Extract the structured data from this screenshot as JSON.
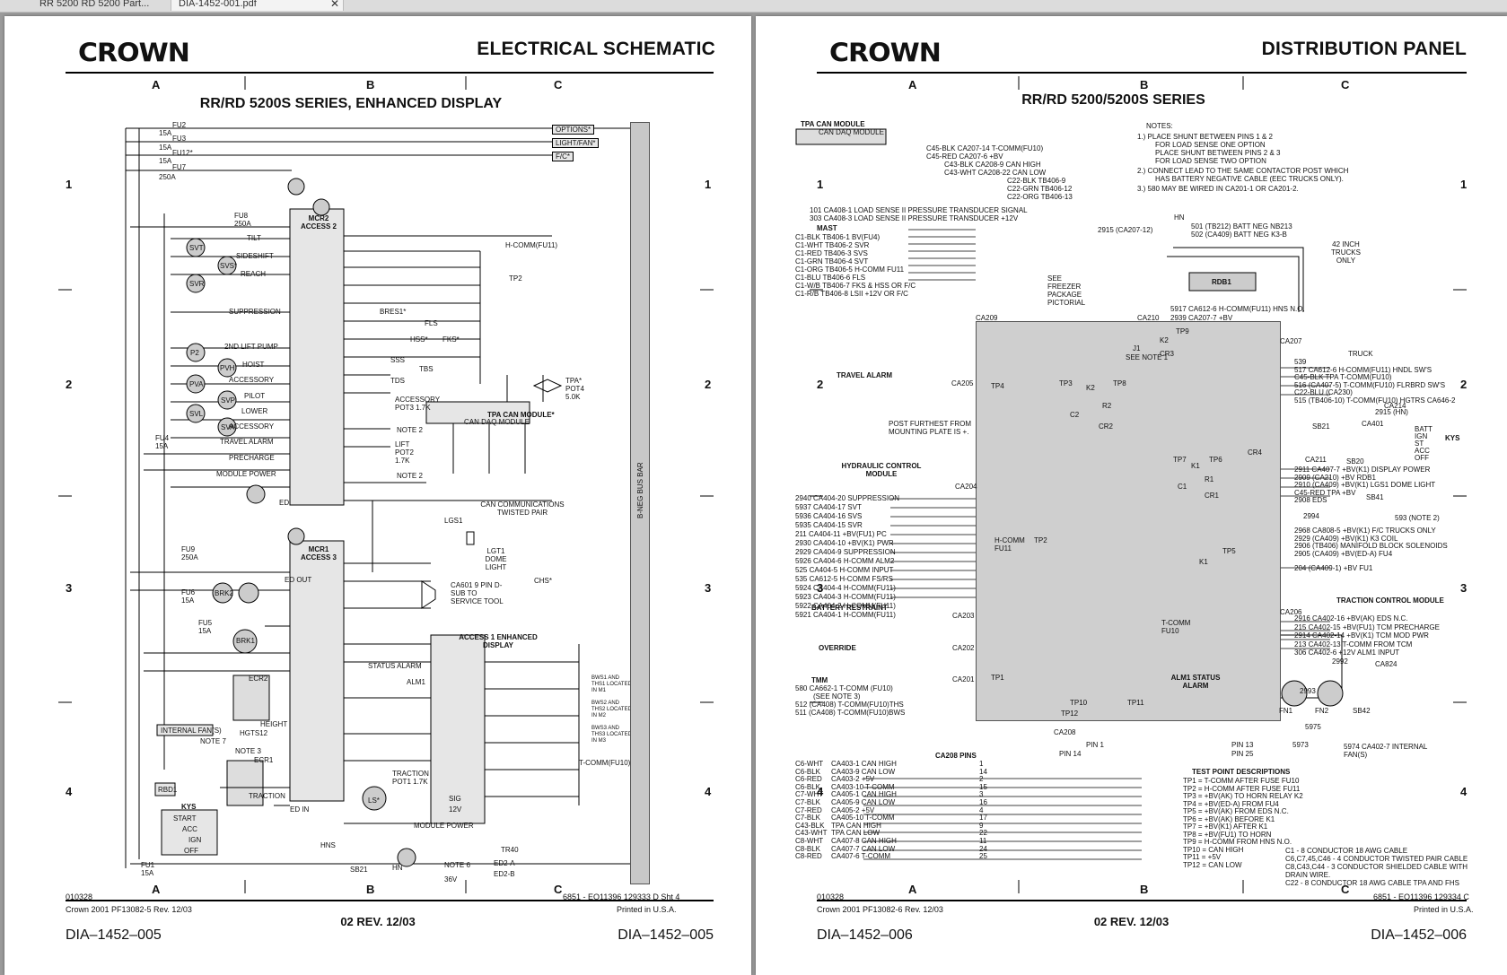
{
  "tabs": [
    {
      "label": "RR 5200 RD 5200 Part..."
    },
    {
      "label": "DIA-1452-001.pdf"
    }
  ],
  "page1": {
    "logo": "CROWN",
    "title": "ELECTRICAL SCHEMATIC",
    "subtitle": "RR/RD 5200S SERIES, ENHANCED DISPLAY",
    "cols": [
      "A",
      "B",
      "C"
    ],
    "rows": [
      "1",
      "2",
      "3",
      "4"
    ],
    "fuses": [
      "FU2",
      "FU3",
      "FU12*",
      "FU7",
      "FU8",
      "FU4",
      "FU9",
      "FU6",
      "FU5",
      "FU1"
    ],
    "fuse_ratings": [
      "15A",
      "15A",
      "15A",
      "250A",
      "250A",
      "15A",
      "250A",
      "15A",
      "15A",
      "15A"
    ],
    "top_boxes": [
      "OPTIONS*",
      "LIGHT/FAN*",
      "F/C*"
    ],
    "mcr2": "MCR2 ACCESS 2",
    "mcr1": "MCR1 ACCESS 3",
    "left_labels": [
      "TILT",
      "SIDESHIFT",
      "REACH",
      "SUPPRESSION",
      "2ND LIFT PUMP",
      "HOIST",
      "ACCESSORY",
      "PILOT",
      "LOWER",
      "ACCESSORY",
      "TRAVEL ALARM",
      "PRECHARGE",
      "MODULE POWER",
      "ED"
    ],
    "valves": [
      "SVT",
      "SVS*",
      "SVR",
      "P2",
      "PVH",
      "PVA",
      "SVP",
      "SVL",
      "SVA"
    ],
    "right_labels": [
      "H-COMM(FU11)",
      "TP2",
      "BRES1*",
      "FLS",
      "HSS*",
      "FKS*",
      "SSS",
      "TBS",
      "TDS",
      "ACCESSORY POT3 1.7K",
      "NOTE 2",
      "LIFT POT2 1.7K",
      "NOTE 2",
      "TPA* POT4 5.0K",
      "TPA CAN MODULE*",
      "CAN DAQ MODULE",
      "CAN COMMUNICATIONS TWISTED PAIR",
      "LGS1",
      "LGT1 DOME LIGHT",
      "CA601 9 PIN D-SUB TO SERVICE TOOL",
      "CHS*",
      "ACCESS 1 ENHANCED DISPLAY",
      "BWS1 AND THS1 LOCATED IN M1",
      "BWS2 AND THS2 LOCATED IN M2",
      "BWS3 AND THS3 LOCATED IN M3",
      "T-COMM(FU10)",
      "STATUS ALARM",
      "ALM1",
      "TRACTION POT1 1.7K",
      "LS*",
      "SIG",
      "12V",
      "MODULE POWER",
      "NOTE 6",
      "TR40",
      "ED2-A",
      "ED2-B",
      "36V"
    ],
    "lower_labels": [
      "ED OUT",
      "INTERNAL FAN(S)",
      "NOTE 7",
      "HEIGHT",
      "HGTS12",
      "NOTE 3",
      "ECR1",
      "TRACTION",
      "RBD1",
      "KYS",
      "START",
      "ACC",
      "IGN",
      "OFF",
      "ED IN",
      "HNS",
      "SB21",
      "HN",
      "ECR2",
      "BRK1",
      "BRK2"
    ],
    "busbar": "B-NEG BUS BAR",
    "footer_left_code": "010328",
    "footer_left": "Crown 2001 PF13082-5 Rev. 12/03",
    "footer_right_code": "6851 - EO11396   129333 D Sht 4",
    "footer_right": "Printed in U.S.A.",
    "rev": "02 REV. 12/03",
    "dia": "DIA–1452–005"
  },
  "page2": {
    "logo": "CROWN",
    "title": "DISTRIBUTION PANEL",
    "subtitle": "RR/RD 5200/5200S SERIES",
    "cols": [
      "A",
      "B",
      "C"
    ],
    "rows": [
      "1",
      "2",
      "3",
      "4"
    ],
    "tpa_module": "TPA CAN MODULE",
    "can_daq": "CAN DAQ MODULE",
    "notes_title": "NOTES:",
    "notes": [
      "1.) PLACE SHUNT BETWEEN PINS 1 & 2",
      "FOR LOAD SENSE ONE OPTION",
      "PLACE SHUNT BETWEEN PINS 2 & 3",
      "FOR LOAD SENSE TWO OPTION",
      "2.) CONNECT LEAD TO THE SAME CONTACTOR POST WHICH",
      "HAS BATTERY NEGATIVE CABLE (EEC TRUCKS ONLY).",
      "3.) 580 MAY BE WIRED IN CA201-1 OR CA201-2."
    ],
    "mast_title": "MAST",
    "mast": [
      "C1-BLK  TB406-1 BV(FU4)",
      "C1-WHT  TB406-2 SVR",
      "C1-RED  TB406-3 SVS",
      "C1-GRN  TB406-4 SVT",
      "C1-ORG  TB406-5 H-COMM FU11",
      "C1-BLU  TB406-6 FLS",
      "C1-W/B  TB406-7 FKS & HSS OR F/C",
      "C1-R/B  TB406-8 LSII +12V OR F/C"
    ],
    "load_sense": [
      "101   CA408-1 LOAD SENSE II PRESSURE TRANSDUCER SIGNAL",
      "303   CA408-3 LOAD SENSE II PRESSURE TRANSDUCER +12V"
    ],
    "tpa_wires": [
      "C45-BLK CA207-14 T-COMM(FU10)",
      "C45-RED CA207-6 +BV",
      "C43-BLK CA208-9 CAN HIGH",
      "C43-WHT CA208-22 CAN LOW",
      "C22-BLK TB406-9",
      "C22-GRN TB406-12",
      "C22-ORG TB406-13"
    ],
    "freezer": "SEE FREEZER PACKAGE PICTORIAL",
    "hn": [
      "HN",
      "501 (TB212) BATT NEG NB213",
      "502 (CA409) BATT NEG K3-B",
      "42 INCH TRUCKS ONLY",
      "2915 (CA207-12)"
    ],
    "rdb": "RDB1",
    "ca215": [
      "5917 CA612-6 H-COMM(FU11) HNS N.O.",
      "2939 CA207-7 +BV"
    ],
    "travel_alarm": "TRAVEL ALARM",
    "post_note": "POST FURTHEST FROM MOUNTING PLATE IS +.",
    "hyd_title": "HYDRAULIC CONTROL MODULE",
    "hyd": [
      "2940  CA404-20 SUPPRESSION",
      "5937  CA404-17 SVT",
      "5936  CA404-16 SVS",
      "5935  CA404-15 SVR",
      "211   CA404-11 +BV(FU1) PC",
      "2930  CA404-10 +BV(K1) PWR",
      "2929  CA404-9 SUPPRESSION",
      "5926  CA404-6 H-COMM ALM2",
      "525   CA404-5 H-COMM INPUT",
      "535   CA612-5 H-COMM FS/RS",
      "5924  CA404-4 H-COMM(FU11)",
      "5923  CA404-3 H-COMM(FU11)",
      "5922  CA404-2 H-COMM(FU11)",
      "5921  CA404-1 H-COMM(FU11)"
    ],
    "battery_restraint": "BATTERY RESTRAINT",
    "override": "OVERRIDE",
    "tmm": [
      "TMM",
      "580  CA662-1 T-COMM (FU10)",
      "(SEE NOTE 3)",
      "512  (CA408) T-COMM(FU10)THS",
      "511  (CA408) T-COMM(FU10)BWS"
    ],
    "truck_title": "TRUCK",
    "truck": [
      "539",
      "517  CA612-6 H-COMM(FU11) HNDL SW'S",
      "C45-BLK TPA T-COMM(FU10)",
      "516  (CA407-5) T-COMM(FU10) FLRBRD SW'S",
      "C22-BLU (CA230)",
      "515  (TB406-10) T-COMM(FU10) HGTRS CA646-2"
    ],
    "right_mid": [
      "2915 (HN)",
      "BATT",
      "IGN",
      "ST",
      "ACC",
      "OFF",
      "KYS",
      "2911  CA407-7 +BV(K1) DISPLAY POWER",
      "2909  (CA210) +BV RDB1",
      "2910  (CA409) +BV(K1) LGS1 DOME LIGHT",
      "C45-RED TPA +BV",
      "2908  EDS",
      "2994",
      "593 (NOTE 2)",
      "2968  CA808-5 +BV(K1) F/C TRUCKS ONLY",
      "2929  (CA409) +BV(K1) K3 COIL",
      "2906  (TB406) MANIFOLD BLOCK SOLENOIDS",
      "2905  (CA409) +BV(ED-A) FU4",
      "204  (CA409-1) +BV FU1"
    ],
    "traction_title": "TRACTION CONTROL MODULE",
    "traction": [
      "2916  CA402-16 +BV(AK) EDS N.C.",
      "215   CA402-15 +BV(FU1) TCM PRECHARGE",
      "2914  CA402-14 +BV(K1) TCM MOD PWR",
      "213   CA402-13 T-COMM FROM TCM",
      "306   CA402-6 +12V ALM1 INPUT"
    ],
    "fans": [
      "FN1",
      "FN2",
      "SB42",
      "5974  CA402-7 INTERNAL FAN(S)",
      "5975",
      "5973",
      "2992",
      "2993"
    ],
    "panel_labels": [
      "CA209",
      "CA210",
      "J1",
      "SEE NOTE 1",
      "K2",
      "CR3",
      "TP9",
      "CA205",
      "TP4",
      "TP3",
      "K2",
      "TP8",
      "C2",
      "R2",
      "CR2",
      "TP7",
      "K1",
      "TP6",
      "CR4",
      "C1",
      "R1",
      "CR1",
      "CA204",
      "H-COMM FU11",
      "TP2",
      "TP5",
      "K1",
      "T-COMM FU10",
      "CA203",
      "CA202",
      "CA201",
      "TP1",
      "ALM1 STATUS ALARM",
      "TP10",
      "TP11",
      "TP12",
      "CA208",
      "PIN 1",
      "PIN 14",
      "PIN 13",
      "PIN 25",
      "CA207",
      "CA206",
      "CA401",
      "CA211",
      "SB20",
      "SB21",
      "SB41",
      "CA214",
      "CA824"
    ],
    "ca208_title": "CA208 PINS",
    "ca208": [
      [
        "C6-WHT",
        "CA403-1 CAN HIGH",
        "1"
      ],
      [
        "C6-BLK",
        "CA403-9 CAN LOW",
        "14"
      ],
      [
        "C6-RED",
        "CA403-2 +5V",
        "2"
      ],
      [
        "C6-BLK",
        "CA403-10 T-COMM",
        "15"
      ],
      [
        "C7-WHT",
        "CA405-1 CAN HIGH",
        "3"
      ],
      [
        "C7-BLK",
        "CA405-9 CAN LOW",
        "16"
      ],
      [
        "C7-RED",
        "CA405-2 +5V",
        "4"
      ],
      [
        "C7-BLK",
        "CA405-10 T-COMM",
        "17"
      ],
      [
        "C43-BLK",
        "TPA CAN HIGH",
        "9"
      ],
      [
        "C43-WHT",
        "TPA CAN LOW",
        "22"
      ],
      [
        "C8-WHT",
        "CA407-8 CAN HIGH",
        "11"
      ],
      [
        "C8-BLK",
        "CA407-7 CAN LOW",
        "24"
      ],
      [
        "C8-RED",
        "CA407-6 T-COMM",
        "25"
      ]
    ],
    "tp_title": "TEST POINT DESCRIPTIONS",
    "tp": [
      "TP1 = T-COMM AFTER FUSE FU10",
      "TP2 = H-COMM AFTER FUSE FU11",
      "TP3 = +BV(AK) TO HORN RELAY K2",
      "TP4 = +BV(ED-A) FROM FU4",
      "TP5 = +BV(AK) FROM EDS N.C.",
      "TP6 = +BV(AK) BEFORE K1",
      "TP7 = +BV(K1) AFTER K1",
      "TP8 = +BV(FU1) TO HORN",
      "TP9 = H-COMM FROM HNS N.O.",
      "TP10 = CAN HIGH",
      "TP11 = +5V",
      "TP12 = CAN LOW"
    ],
    "cable_notes": [
      "C1 - 8 CONDUCTOR 18 AWG CABLE",
      "C6,C7,45,C46 - 4 CONDUCTOR TWISTED PAIR CABLE",
      "C8,C43,C44 - 3 CONDUCTOR SHIELDED CABLE WITH DRAIN WIRE.",
      "C22 - 8 CONDUCTOR 18 AWG CABLE TPA AND FHS"
    ],
    "footer_left_code": "010328",
    "footer_left": "Crown 2001 PF13082-6 Rev. 12/03",
    "footer_right_code": "6851 - EO11396   129334 C",
    "footer_right": "Printed in U.S.A.",
    "rev": "02 REV. 12/03",
    "dia": "DIA–1452–006"
  }
}
